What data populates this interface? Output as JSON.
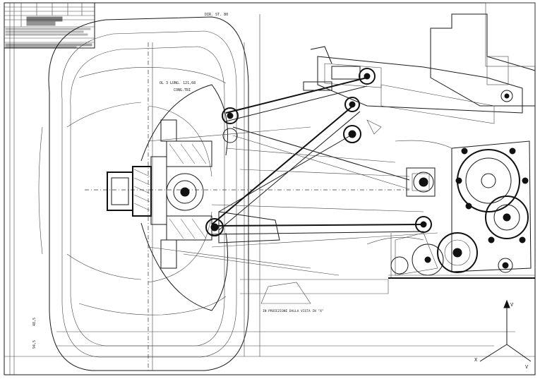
{
  "drawing": {
    "annotations": {
      "label_length": "OL 3 LUNG. 121,68",
      "label_cong": "CONG.TRI",
      "label_left_vertical_1": "48,5",
      "label_left_vertical_2": "94,5",
      "label_bottom": "IN PROIEZIONE DALLA VISTA IN \"X\"",
      "axis_v": "V",
      "axis_x": "X",
      "axis_bottom_v": "V",
      "label_top_right": "DIR. ST. 80"
    },
    "colors": {
      "ink": "#111111",
      "paper": "#ffffff"
    }
  }
}
